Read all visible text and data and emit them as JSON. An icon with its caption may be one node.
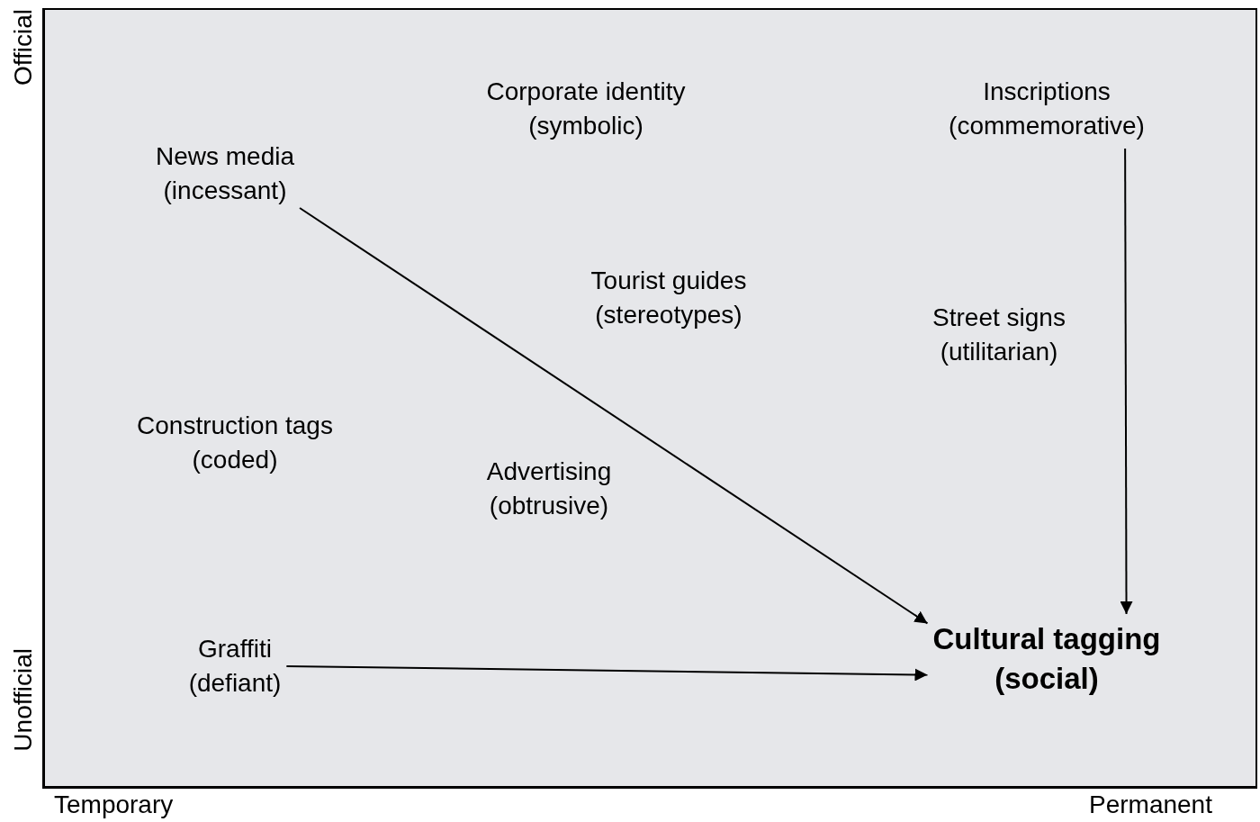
{
  "diagram": {
    "nodes": [
      {
        "text": [
          "Corporate identity",
          "(symbolic)"
        ]
      },
      {
        "text": [
          "Inscriptions",
          "(commemorative)"
        ]
      },
      {
        "text": [
          "News media",
          "(incessant)"
        ]
      },
      {
        "text": [
          "Tourist guides",
          "(stereotypes)"
        ]
      },
      {
        "text": [
          "Street signs",
          "(utilitarian)"
        ]
      },
      {
        "text": [
          "Construction tags",
          "(coded)"
        ]
      },
      {
        "text": [
          "Advertising",
          "(obtrusive)"
        ]
      },
      {
        "text": [
          "Cultural tagging",
          "(social)"
        ]
      },
      {
        "text": [
          "Graffiti",
          "(defiant)"
        ]
      }
    ],
    "edges": [
      {
        "from": 2,
        "to": 7,
        "arrow": "to"
      },
      {
        "from": 1,
        "to": 7,
        "arrow": "to"
      },
      {
        "from": 8,
        "to": 7,
        "arrow": "to"
      }
    ],
    "labels": [
      "Official",
      "Unofficial",
      "Temporary",
      "Permanent"
    ]
  }
}
